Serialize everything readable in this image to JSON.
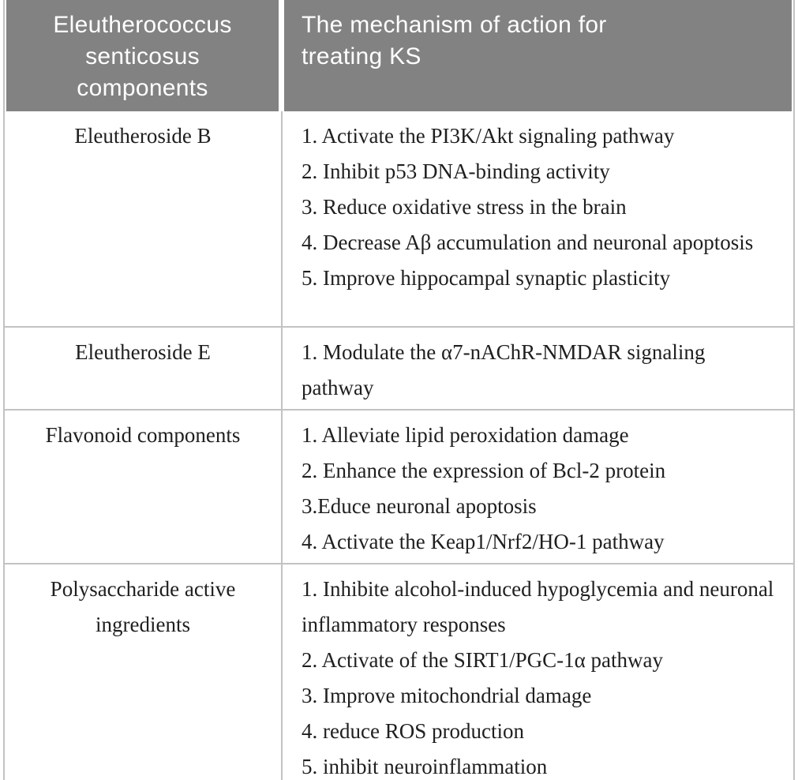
{
  "table": {
    "header": {
      "col1": "Eleutherococcus senticosus components",
      "col2": "The mechanism of action for treating KS"
    },
    "rows": [
      {
        "component": "Eleutheroside B",
        "mechanisms": [
          "1. Activate the PI3K/Akt signaling pathway",
          "2. Inhibit p53 DNA-binding activity",
          "3. Reduce oxidative stress in the brain",
          "4. Decrease Aβ accumulation and neuronal apoptosis",
          "5. Improve hippocampal synaptic plasticity"
        ]
      },
      {
        "component": "Eleutheroside E",
        "mechanisms": [
          "1. Modulate the α7-nAChR-NMDAR signaling pathway"
        ]
      },
      {
        "component": "Flavonoid components",
        "mechanisms": [
          "1. Alleviate lipid peroxidation damage",
          "2. Enhance the expression of Bcl-2 protein",
          "3.Educe neuronal apoptosis",
          "4. Activate the Keap1/Nrf2/HO-1 pathway"
        ]
      },
      {
        "component": "Polysaccharide active ingredients",
        "mechanisms": [
          "1. Inhibite alcohol-induced hypoglycemia and neuronal inflammatory responses",
          "2. Activate of the SIRT1/PGC-1α pathway",
          "3. Improve mitochondrial damage",
          "4. reduce ROS production",
          "5. inhibit neuroinflammation"
        ]
      }
    ]
  },
  "colors": {
    "header_bg": "#828282",
    "header_text": "#ffffff",
    "top_bar": "#6e6e6e",
    "bottom_bar": "#9f9f9f",
    "grid_line": "#c2c2c2",
    "body_text": "#1f1f1f"
  }
}
